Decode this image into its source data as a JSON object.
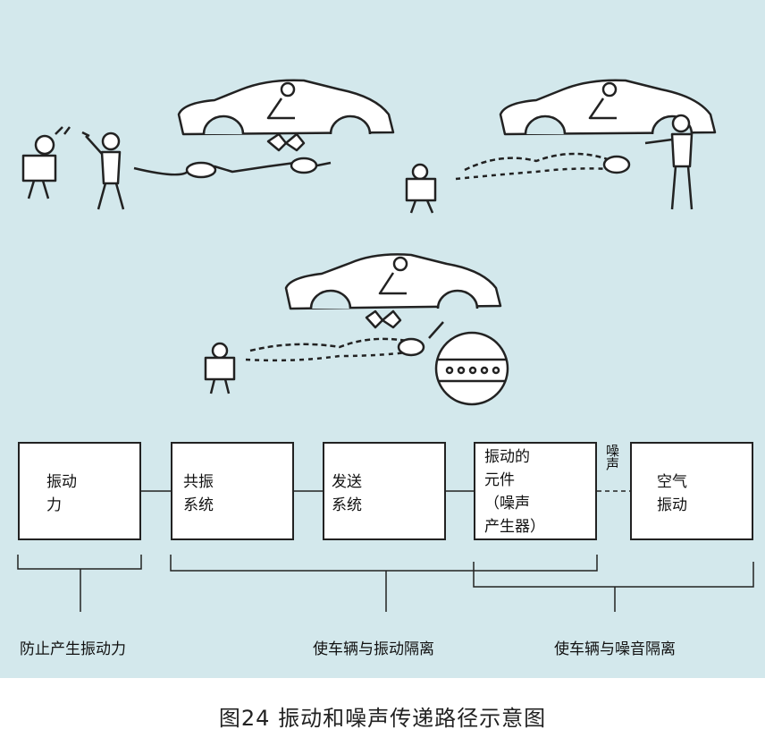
{
  "blocks": [
    {
      "text": "振动\n力"
    },
    {
      "text": "共振\n系统"
    },
    {
      "text": "发送\n系统"
    },
    {
      "text": "振动的\n元件\n（噪声\n产生器）"
    },
    {
      "text": "空气\n振动"
    }
  ],
  "connector_label": "噪声",
  "group_labels": {
    "left": "防止产生振动力",
    "middle": "使车辆与振动隔离",
    "right": "使车辆与噪音隔离"
  },
  "caption": "图24 振动和噪声传递路径示意图",
  "colors": {
    "background": "#d3e8ec",
    "line": "#222222"
  }
}
